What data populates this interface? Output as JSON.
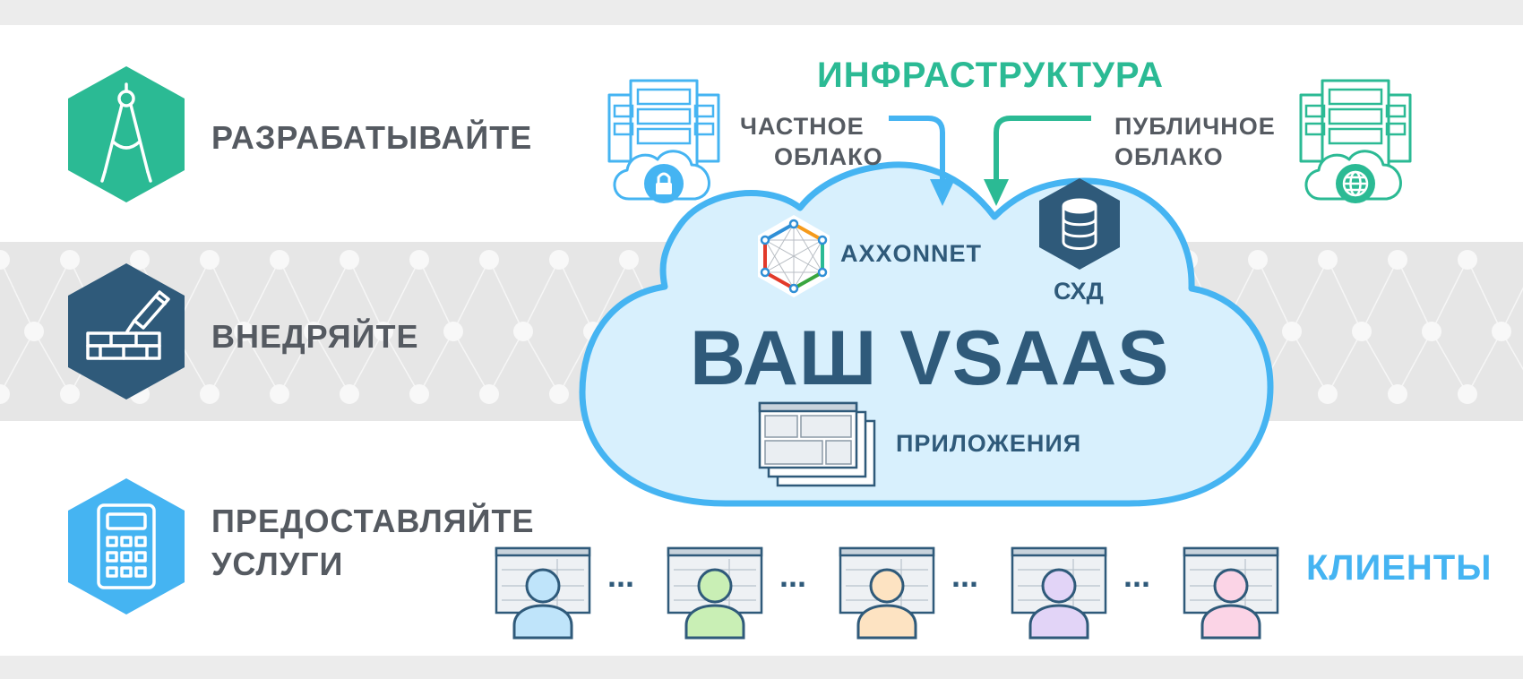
{
  "left_column": {
    "develop": {
      "label": "РАЗРАБАТЫВАЙТЕ",
      "icon": "compass-icon",
      "color": "#2bba94"
    },
    "deploy": {
      "label": "ВНЕДРЯЙТЕ",
      "icon": "brick-trowel-icon",
      "color": "#2f5a7a"
    },
    "provide": {
      "label_line1": "ПРЕДОСТАВЛЯЙТЕ",
      "label_line2": "УСЛУГИ",
      "icon": "calculator-icon",
      "color": "#45b4f2"
    }
  },
  "infrastructure": {
    "title": "ИНФРАСТРУКТУРА",
    "title_color": "#2bba94",
    "private_cloud": {
      "line1": "ЧАСТНОЕ",
      "line2": "ОБЛАКО",
      "icon": "server-lock-icon",
      "color": "#45b4f2"
    },
    "public_cloud": {
      "line1": "ПУБЛИЧНОЕ",
      "line2": "ОБЛАКО",
      "icon": "server-globe-icon",
      "color": "#2bba94"
    }
  },
  "cloud": {
    "title": "ВАШ VSAAS",
    "axxonnet_label": "AXXONNET",
    "storage_label": "СХД",
    "apps_label": "ПРИЛОЖЕНИЯ",
    "fill": "#d8f0fd",
    "stroke": "#45b4f2"
  },
  "clients": {
    "label": "КЛИЕНТЫ",
    "label_color": "#45b4f2",
    "separator": "...",
    "avatar_colors": [
      "#bfe4fa",
      "#c9efb5",
      "#fde3c2",
      "#e2d4f7",
      "#fbd4e6"
    ]
  }
}
